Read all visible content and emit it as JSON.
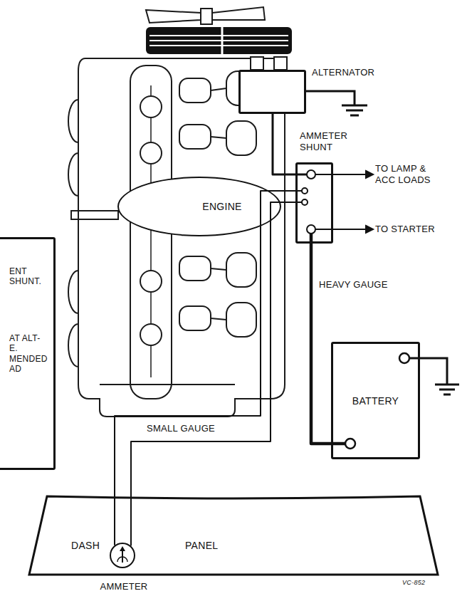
{
  "diagram": {
    "nodes": [
      {
        "text": [
          "ALTERNATOR"
        ]
      },
      {
        "text": [
          "AMMETER SHUNT"
        ]
      },
      {
        "text": [
          "ENGINE"
        ]
      },
      {
        "text": [
          "ENT SHUNT.",
          "AT ALT- E. MENDED AD"
        ]
      },
      {
        "text": [
          "BATTERY"
        ]
      },
      {
        "text": [
          "DASH",
          "PANEL"
        ]
      },
      {
        "text": [
          "AMMETER"
        ],
        "in": 5
      }
    ],
    "edges": [
      {
        "from": 0,
        "to": 1,
        "arrow": "none"
      },
      {
        "from": 1,
        "to": 4,
        "arrow": "none",
        "label": "HEAVY GAUGE"
      },
      {
        "from": 1,
        "to": 6,
        "arrow": "none",
        "label": "SMALL GAUGE"
      },
      {
        "from": 1,
        "to": 6,
        "arrow": "none"
      }
    ],
    "labels": [
      "TO LAMP & ACC LOADS",
      "TO STARTER",
      "VC-852"
    ]
  }
}
